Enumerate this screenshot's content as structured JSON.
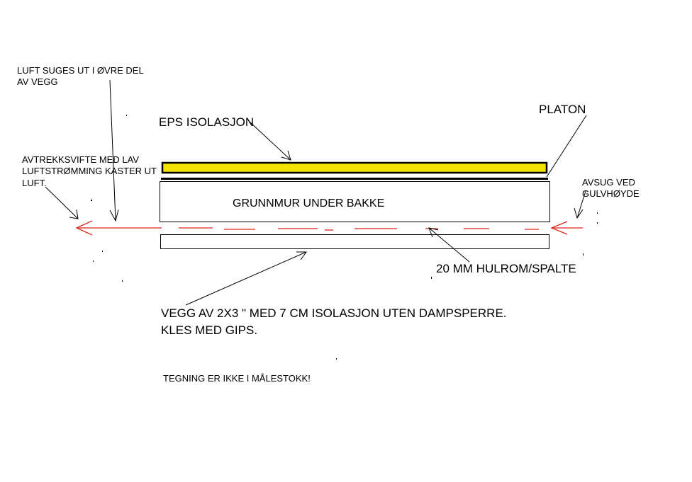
{
  "labels": {
    "luft_suges": "LUFT SUGES UT I ØVRE DEL\nAV VEGG",
    "eps": "EPS ISOLASJON",
    "platon": "PLATON",
    "avtrekksvifte": "AVTREKKSVIFTE MED LAV\nLUFTSTRØMMING KASTER UT\nLUFT.",
    "avsug": "AVSUG VED\nGULVHØYDE",
    "grunnmur": "GRUNNMUR UNDER BAKKE",
    "hulrom": "20 MM HULROM/SPALTE",
    "vegg": "VEGG AV 2X3 \" MED 7 CM ISOLASJON UTEN DAMPSPERRE.\nKLES MED GIPS.",
    "tegning": "TEGNING ER IKKE I MÅLESTOKK!"
  },
  "colors": {
    "eps_fill": "#f2e400",
    "airflow": "#d9261c",
    "ink": "#000000"
  }
}
